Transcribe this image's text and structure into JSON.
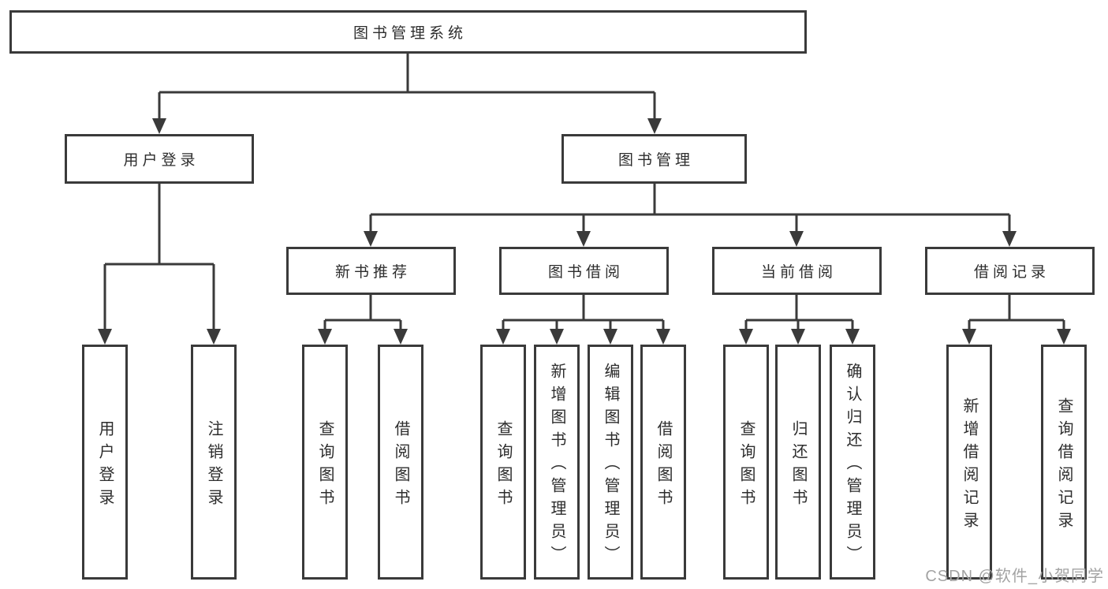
{
  "colors": {
    "line": "#3a3a3a",
    "box_border": "#3a3a3a",
    "text": "#2d2d2d",
    "background": "#ffffff",
    "watermark": "#a3a3a3"
  },
  "diagram": {
    "root": {
      "label": "图书管理系统"
    },
    "children": [
      {
        "label": "用户登录",
        "children": [
          {
            "label": "用户登录"
          },
          {
            "label": "注销登录"
          }
        ]
      },
      {
        "label": "图书管理",
        "children": [
          {
            "label": "新书推荐",
            "children": [
              {
                "label": "查询图书"
              },
              {
                "label": "借阅图书"
              }
            ]
          },
          {
            "label": "图书借阅",
            "children": [
              {
                "label": "查询图书"
              },
              {
                "label": "新增图书（管理员）"
              },
              {
                "label": "编辑图书（管理员）"
              },
              {
                "label": "借阅图书"
              }
            ]
          },
          {
            "label": "当前借阅",
            "children": [
              {
                "label": "查询图书"
              },
              {
                "label": "归还图书"
              },
              {
                "label": "确认归还（管理员）"
              }
            ]
          },
          {
            "label": "借阅记录",
            "children": [
              {
                "label": "新增借阅记录"
              },
              {
                "label": "查询借阅记录"
              }
            ]
          }
        ]
      }
    ]
  },
  "watermark": {
    "text": "CSDN @软件_小贺同学"
  }
}
